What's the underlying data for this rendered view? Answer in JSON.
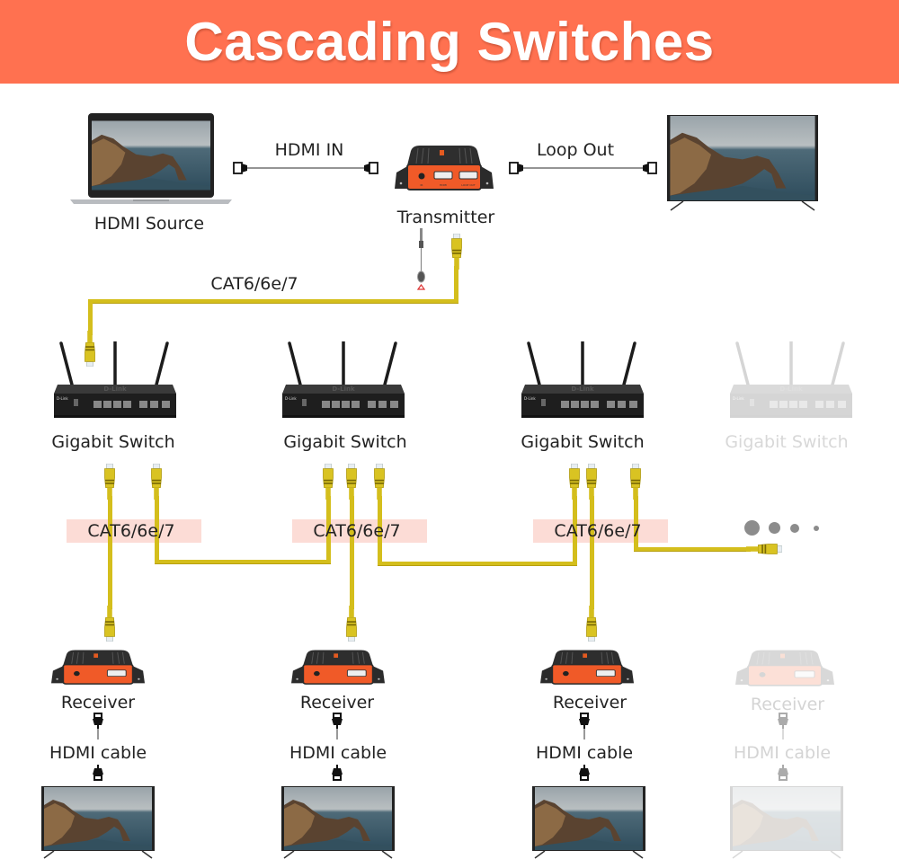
{
  "header": {
    "title": "Cascading Switches",
    "color": "#FF7150"
  },
  "source": {
    "device_label": "HDMI Source",
    "device_icon": "laptop-icon"
  },
  "hdmi_in": {
    "label": "HDMI IN"
  },
  "transmitter": {
    "label": "Transmitter",
    "ports": [
      "IR",
      "HDMI",
      "LOOP OUT"
    ],
    "color": "#F05A28"
  },
  "loop_out": {
    "label": "Loop Out",
    "display_icon": "tv-icon"
  },
  "uplink_cable": {
    "label": "CAT6/6e/7",
    "color": "#D4BE1C"
  },
  "switches": [
    {
      "label": "Gigabit Switch",
      "brand": "D-Link",
      "faded": false
    },
    {
      "label": "Gigabit Switch",
      "brand": "D-Link",
      "faded": false
    },
    {
      "label": "Gigabit Switch",
      "brand": "D-Link",
      "faded": false
    },
    {
      "label": "Gigabit Switch",
      "brand": "D-Link",
      "faded": true
    }
  ],
  "cascade_cables": [
    {
      "label": "CAT6/6e/7"
    },
    {
      "label": "CAT6/6e/7"
    },
    {
      "label": "CAT6/6e/7"
    }
  ],
  "continuation": {
    "icon": "ellipsis-dots-icon",
    "dot_count": 4
  },
  "receivers": [
    {
      "label": "Receiver",
      "cable_label": "HDMI cable",
      "faded": false
    },
    {
      "label": "Receiver",
      "cable_label": "HDMI cable",
      "faded": false
    },
    {
      "label": "Receiver",
      "cable_label": "HDMI cable",
      "faded": false
    },
    {
      "label": "Receiver",
      "cable_label": "HDMI cable",
      "faded": true
    }
  ],
  "colors": {
    "cable": "#D4BE1C",
    "label_bg": "#FCDCD6",
    "device_orange": "#F05A28",
    "device_body": "#2B2B2B"
  }
}
